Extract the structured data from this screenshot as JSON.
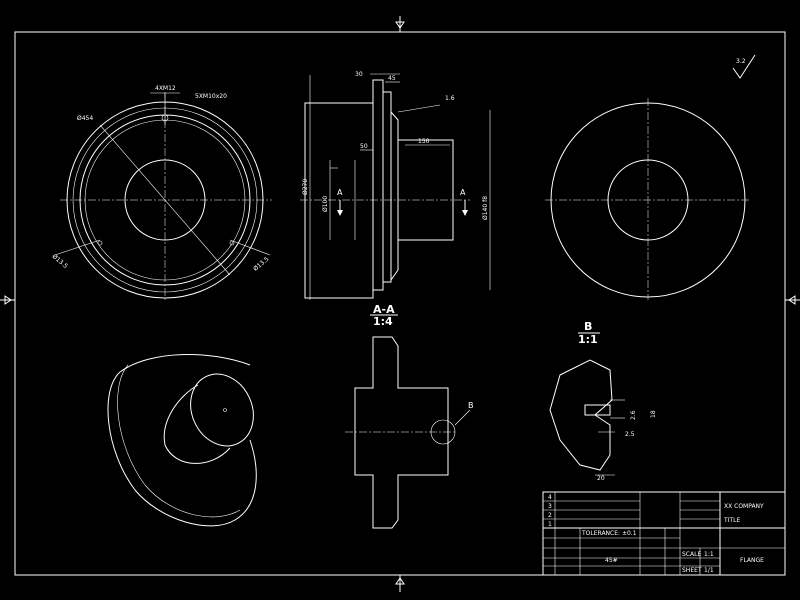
{
  "colors": {
    "background": "#000000",
    "line": "#ffffff"
  },
  "section_view": {
    "title": "A-A",
    "scale": "1:4",
    "dims": {
      "d30": "30",
      "d45": "45",
      "d1_6": "1.6",
      "d150": "150",
      "d50": "50",
      "phi270": "Ø270",
      "phi100": "Ø100",
      "phi140": "Ø140 f8"
    },
    "cut_label": "A"
  },
  "front_view": {
    "d_outer": "Ø454",
    "d_hole": "4XM12",
    "d_thread": "5XM10x20",
    "d_left": "Ø13.5",
    "d_right": "Ø13.5"
  },
  "detail_view": {
    "title": "B",
    "scale": "1:1",
    "dims": {
      "d2_6": "2.6",
      "d2_5": "2.5",
      "d18": "18",
      "d20": "20"
    }
  },
  "sectional_profile": {
    "callout": "B"
  },
  "roughness": "3.2",
  "title_block": {
    "rev_rows": [
      "4",
      "3",
      "2",
      "1"
    ],
    "tolerance_note": "TOLERANCE: ±0.1",
    "material": "45#",
    "title_label": "TITLE",
    "company": "XX COMPANY",
    "scale_label": "SCALE",
    "scale_value": "1:1",
    "sheet_label": "SHEET",
    "sheet_value": "1/1",
    "part_name": "FLANGE"
  }
}
